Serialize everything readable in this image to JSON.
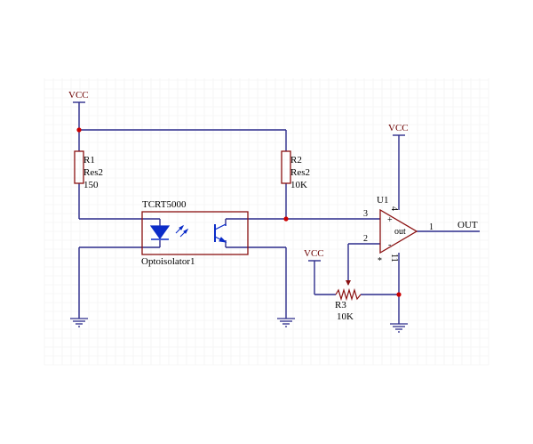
{
  "colors": {
    "wire": "#2c2c8c",
    "part": "#8a1010",
    "text": "#000000",
    "power_label": "#6b0000",
    "opto": "#0b2cc8",
    "junction": "#cc0000",
    "grid": "#f0f0f0"
  },
  "power": {
    "vcc_top_left": "VCC",
    "vcc_opamp": "VCC",
    "vcc_pot": "VCC"
  },
  "r1": {
    "designator": "R1",
    "type": "Res2",
    "value": "150"
  },
  "r2": {
    "designator": "R2",
    "type": "Res2",
    "value": "10K"
  },
  "r3": {
    "designator": "R3",
    "value": "10K"
  },
  "opto": {
    "part_name": "TCRT5000",
    "designator": "Optoisolator1"
  },
  "opamp": {
    "designator": "U1",
    "pin_noninv": "3",
    "pin_inv": "2",
    "pin_out": "1",
    "pin_vplus": "4",
    "pin_vminus": "11",
    "plus_sign": "+",
    "minus_sign": "-",
    "out_label": "out",
    "star_mark": "*"
  },
  "output": {
    "label": "OUT"
  }
}
